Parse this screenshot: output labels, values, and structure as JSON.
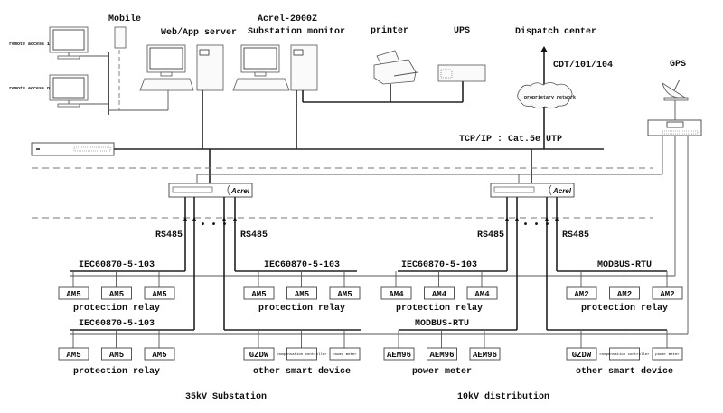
{
  "top": {
    "mobile": "Mobile",
    "remote_access_1": "remote access 1",
    "remote_access_n": "remote access n",
    "web_server": "Web/App server",
    "monitor_title": "Acrel-2000Z",
    "monitor_subtitle": "Substation monitor",
    "printer": "printer",
    "ups": "UPS",
    "dispatch": "Dispatch center",
    "dispatch_protocol": "CDT/101/104",
    "cloud": "proprietary network",
    "bus_label": "TCP/IP : Cat.5e UTP",
    "gps": "GPS"
  },
  "switches": [
    {
      "brand": "Acrel"
    },
    {
      "brand": "Acrel"
    }
  ],
  "rs485": "RS485",
  "ellipsis": "• • •",
  "groups": [
    {
      "protocol": "IEC60870-5-103",
      "devices": [
        "AM5",
        "AM5",
        "AM5"
      ],
      "label": "protection relay"
    },
    {
      "protocol": "IEC60870-5-103",
      "devices": [
        "AM5",
        "AM5",
        "AM5"
      ],
      "label": "protection relay"
    },
    {
      "protocol": "IEC60870-5-103",
      "devices": [
        "AM4",
        "AM4",
        "AM4"
      ],
      "label": "protection relay"
    },
    {
      "protocol": "MODBUS-RTU",
      "devices": [
        "AM2",
        "AM2",
        "AM2"
      ],
      "label": "protection relay"
    },
    {
      "protocol": "IEC60870-5-103",
      "devices": [
        "AM5",
        "AM5",
        "AM5"
      ],
      "label": "protection relay"
    },
    {
      "protocol": "",
      "devices": [
        "GZDW",
        "compensation controller",
        "power meter"
      ],
      "label": "other smart device"
    },
    {
      "protocol": "MODBUS-RTU",
      "devices": [
        "AEM96",
        "AEM96",
        "AEM96"
      ],
      "label": "power meter"
    },
    {
      "protocol": "",
      "devices": [
        "GZDW",
        "compensation controller",
        "power meter"
      ],
      "label": "other smart device"
    }
  ],
  "zones": [
    "35kV Substation",
    "10kV distribution"
  ]
}
